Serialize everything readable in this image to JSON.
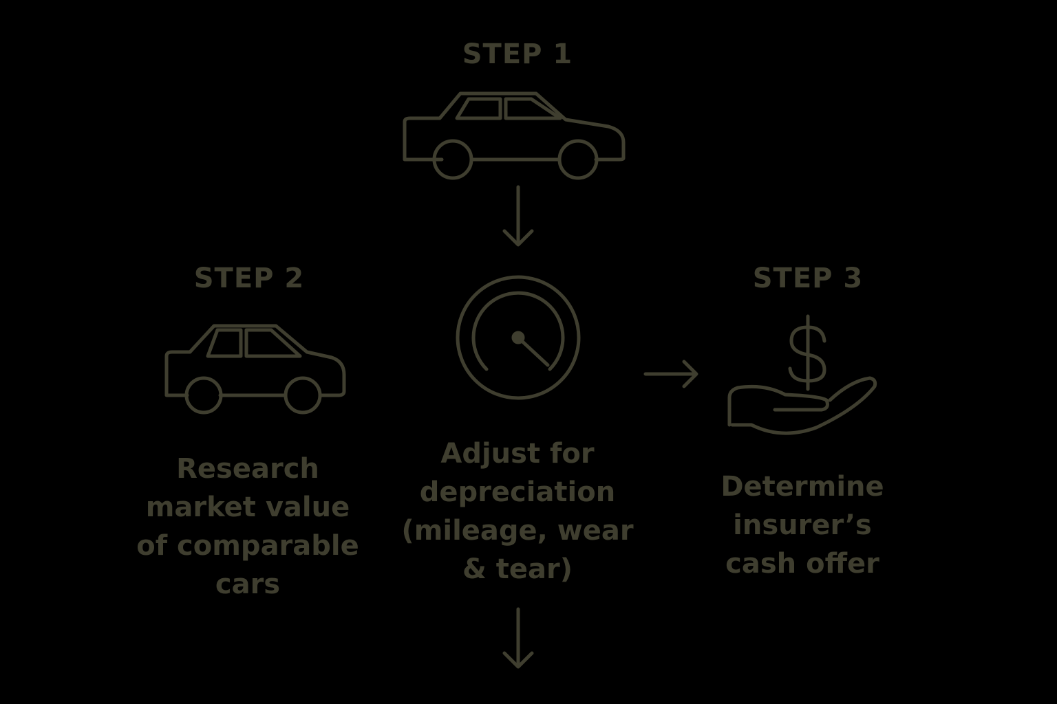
{
  "colors": {
    "background": "#000000",
    "ink": "#3f3e2f"
  },
  "steps": {
    "step1": {
      "label": "STEP 1",
      "icon": "car-icon"
    },
    "step2": {
      "label": "STEP 2",
      "icon": "car-icon",
      "description": [
        "Research",
        "market value",
        "of comparable",
        "cars"
      ]
    },
    "center": {
      "icon": "speedometer-icon",
      "description": [
        "Adjust for",
        "depreciation",
        "(mileage, wear",
        "& tear)"
      ]
    },
    "step3": {
      "label": "STEP 3",
      "icon": "dollar-hand-icon",
      "description": [
        "Determine",
        "insurer’s",
        "cash offer"
      ]
    }
  },
  "arrows": [
    "arrow-down-icon",
    "arrow-right-icon",
    "arrow-down-icon"
  ]
}
